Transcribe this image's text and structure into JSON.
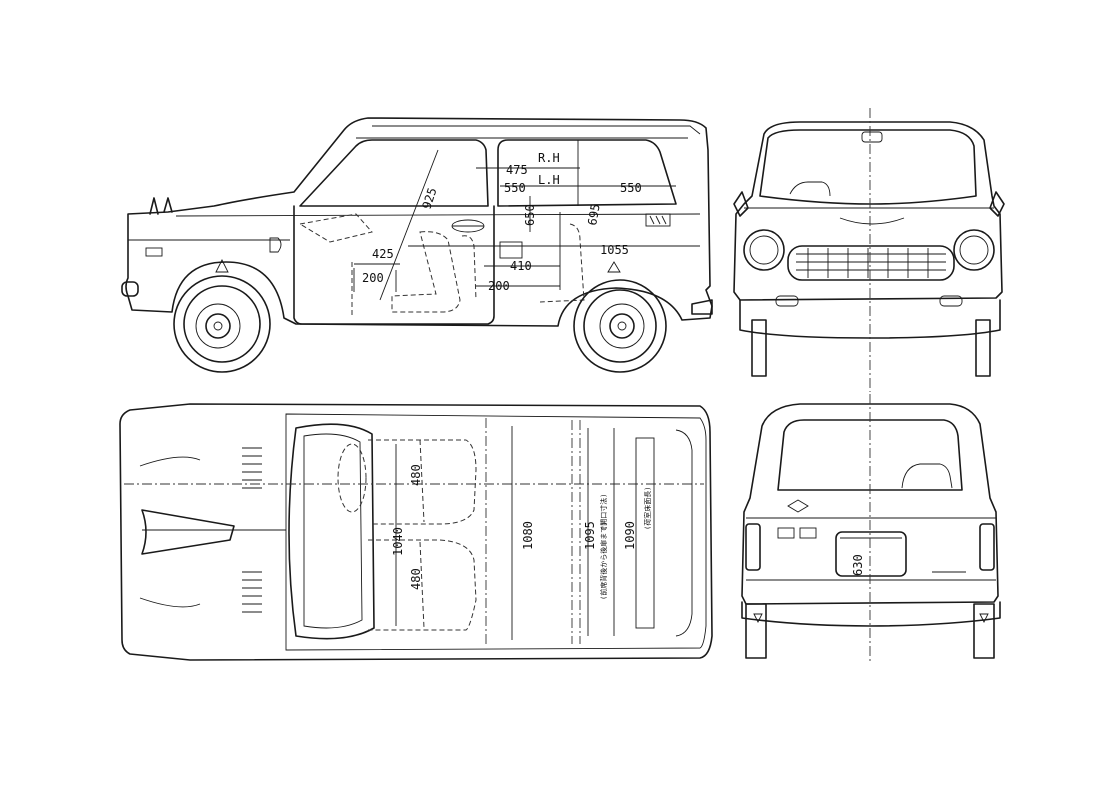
{
  "side_view": {
    "dims": {
      "d475": "475",
      "rh": "R.H",
      "d550a": "550",
      "lh": "L.H",
      "d550b": "550",
      "d925": "925",
      "d650": "650",
      "d695": "695",
      "d425": "425",
      "d1055": "1055",
      "d200a": "200",
      "d410": "410",
      "d200b": "200"
    }
  },
  "top_view": {
    "dims": {
      "d480a": "480",
      "d1040": "1040",
      "d480b": "480",
      "d1080": "1080",
      "d1095": "1095",
      "d1090": "1090",
      "note1": "(開口寸法)",
      "note2": "(前席背後から後扉まで)",
      "note3": "(荷室床面長)"
    }
  },
  "rear_view": {
    "dims": {
      "d630": "630"
    }
  },
  "icons": [
    "steering-wheel-icon",
    "wheel-icon",
    "headlight-icon",
    "grille-icon",
    "mirror-icon"
  ]
}
